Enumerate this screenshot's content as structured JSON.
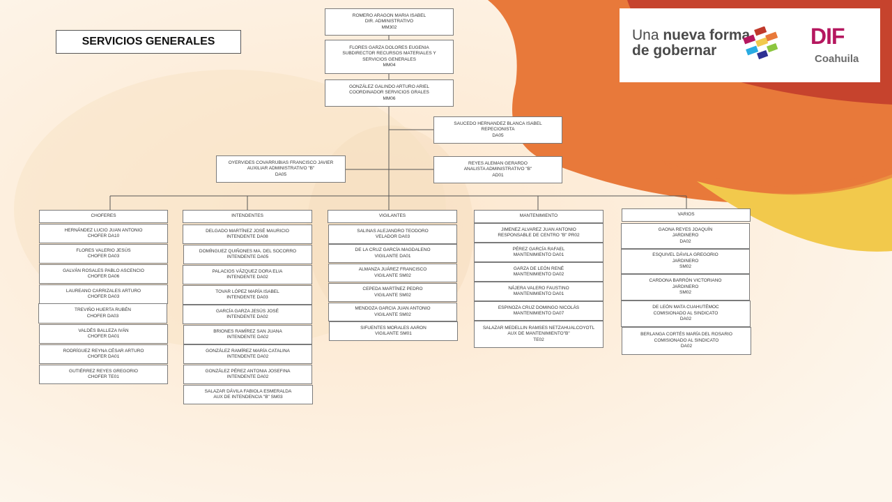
{
  "title": "SERVICIOS GENERALES",
  "logo": {
    "slogan_line1_a": "Una ",
    "slogan_line1_b": "nueva forma",
    "slogan_line2": "de gobernar",
    "brand": "DIF",
    "region": "Coahuila"
  },
  "colors": {
    "orange": "#e8793a",
    "red": "#c0392b",
    "yellow": "#f2c94c",
    "magenta": "#b5175f",
    "box_border": "#7a7a7a"
  },
  "chain": [
    {
      "l1": "ROMERO ARAGON MARIA ISABEL",
      "l2": "DIR. ADMINISTRATIVO",
      "l3": "MM302"
    },
    {
      "l1": "FLORES GARZA DOLORES EUGENIA",
      "l2": "SUBDIRECTOR RECURSOS MATERIALES Y",
      "l3": "SERVICIOS GENERALES",
      "l4": "MM04"
    },
    {
      "l1": "GONZÁLEZ GALINDO ARTURO ARIEL",
      "l2": "COORDINADOR SERVICIOS GRALES",
      "l3": "MM06"
    }
  ],
  "staff": {
    "reception": {
      "l1": "SAUCEDO HERNANDEZ BLANCA ISABEL",
      "l2": "REPECIONISTA",
      "l3": "DA05"
    },
    "analyst": {
      "l1": "REYES ALEMAN GERARDO",
      "l2": "ANALISTA ADMINISTRATIVO \"B\"",
      "l3": "AD01"
    },
    "aux": {
      "l1": "OYERVIDES COVARRUBIAS FRANCISCO JAVIER",
      "l2": "AUXILIAR ADMINISTRATIVO \"B\"",
      "l3": "DA05"
    }
  },
  "departments": {
    "choferes": {
      "header": "CHOFERES",
      "members": [
        {
          "l1": "HERNÁNDEZ LUCIO JUAN ANTONIO",
          "l2": "CHOFER DA10"
        },
        {
          "l1": "FLORES VALERIO JESÚS",
          "l2": "CHOFER DA03"
        },
        {
          "l1": "GALVÁN ROSALES PABLO ASCENCIO",
          "l2": "CHOFER DA06"
        },
        {
          "l1": "LAUREANO CARRIZALES ARTURO",
          "l2": "CHOFER DA03"
        },
        {
          "l1": "TREVIÑO HUERTA RUBÉN",
          "l2": "CHOFER DA03"
        },
        {
          "l1": "VALDÉS BALLEZA IVÁN",
          "l2": "CHOFER DA01"
        },
        {
          "l1": "RODRÍGUEZ REYNA CÉSAR ARTURO",
          "l2": "CHOFER DA01"
        },
        {
          "l1": "GUTIÉRREZ REYES GREGORIO",
          "l2": "CHOFER TE01"
        }
      ]
    },
    "intendentes": {
      "header": "INTENDENTES",
      "members": [
        {
          "l1": "DELGADO MARTÍNEZ JOSÉ MAURICIO",
          "l2": "INTENDENTE DA08"
        },
        {
          "l1": "DOMÍNGUEZ QUIÑONES MA. DEL SOCORRO",
          "l2": "INTENDENTE DA05"
        },
        {
          "l1": "PALACIOS VÁZQUEZ DORA ELIA",
          "l2": "INTENDENTE DA02"
        },
        {
          "l1": "TOVAR LÓPEZ MARÍA ISABEL",
          "l2": "INTENDENTE DA03"
        },
        {
          "l1": "GARCÍA GARZA JESÚS JOSÉ",
          "l2": "INTENDENTE DA02"
        },
        {
          "l1": "BRIONES RAMÍREZ SAN JUANA",
          "l2": "INTENDENTE DA02"
        },
        {
          "l1": "GONZÁLEZ RAMÍREZ MARÍA CATALINA",
          "l2": "INTENDENTE DA02"
        },
        {
          "l1": "GONZÁLEZ PÉREZ ANTONIA JOSEFINA",
          "l2": "INTENDENTE DA02"
        },
        {
          "l1": "SALAZAR DÁVILA FABIOLA ESMERALDA",
          "l2": "AUX DE INTENDENCIA \"B\" SM03"
        }
      ]
    },
    "vigilantes": {
      "header": "VIGILANTES",
      "members": [
        {
          "l1": "SALINAS ALEJANDRO TEODORO",
          "l2": "VELADOR DA03"
        },
        {
          "l1": "DE LA CRUZ GARCÍA MAGDALENO",
          "l2": "VIGILANTE DA01"
        },
        {
          "l1": "ALMANZA JUÁREZ FRANCISCO",
          "l2": "VIGILANTE SM02"
        },
        {
          "l1": "CEPEDA MARTÍNEZ PEDRO",
          "l2": "VIGILANTE SM02"
        },
        {
          "l1": "MENDOZA GARCIA JUAN ANTONIO",
          "l2": "VIGILANTE SM02"
        },
        {
          "l1": "SIFUENTES MORALES AARON",
          "l2": "VIGILANTE SM01"
        }
      ]
    },
    "mantenimiento": {
      "header": "MANTENIMIENTO",
      "members": [
        {
          "l1": "JIMENEZ ALVAREZ JUAN ANTONIO",
          "l2": "RESPONSABLE DE CENTRO \"B\" PR02"
        },
        {
          "l1": "PÉREZ GARCÍA RAFAEL",
          "l2": "MANTENIMIENTO DA01"
        },
        {
          "l1": "GARZA DE LEÓN RENÉ",
          "l2": "MANTENIMIENTO DA02"
        },
        {
          "l1": "NÁJERA VALERO FAUSTINO",
          "l2": "MANTENIMIENTO DA01"
        },
        {
          "l1": "ESPINOZA CRUZ DOMINGO NICOLÁS",
          "l2": "MANTENIMIENTO DA07"
        },
        {
          "l1": "SALAZAR MEDELLIN RAMSES NETZAHUALCOYOTL",
          "l2": "AUX DE MANTENIMIENTO\"B\"",
          "l3": "TE02"
        }
      ]
    },
    "varios": {
      "header": "VARIOS",
      "members": [
        {
          "l1": "GAONA REYES JOAQUÍN",
          "l2": "JARDINERO",
          "l3": "DA02"
        },
        {
          "l1": "ESQUIVEL DÁVILA GREGORIO",
          "l2": "JARDINERO",
          "l3": "SM02"
        },
        {
          "l1": "CARDONA BARRÓN VICTORIANO",
          "l2": "JARDINERO",
          "l3": "SM02"
        },
        {
          "l1": "DE LEÓN MATA CUAHUTÉMOC",
          "l2": "COMISIONADO AL SINDICATO",
          "l3": "DA02"
        },
        {
          "l1": "BERLANGA CORTÉS MARÍA DEL ROSARIO",
          "l2": "COMISIONADO AL SINDICATO",
          "l3": "DA02"
        }
      ]
    }
  }
}
